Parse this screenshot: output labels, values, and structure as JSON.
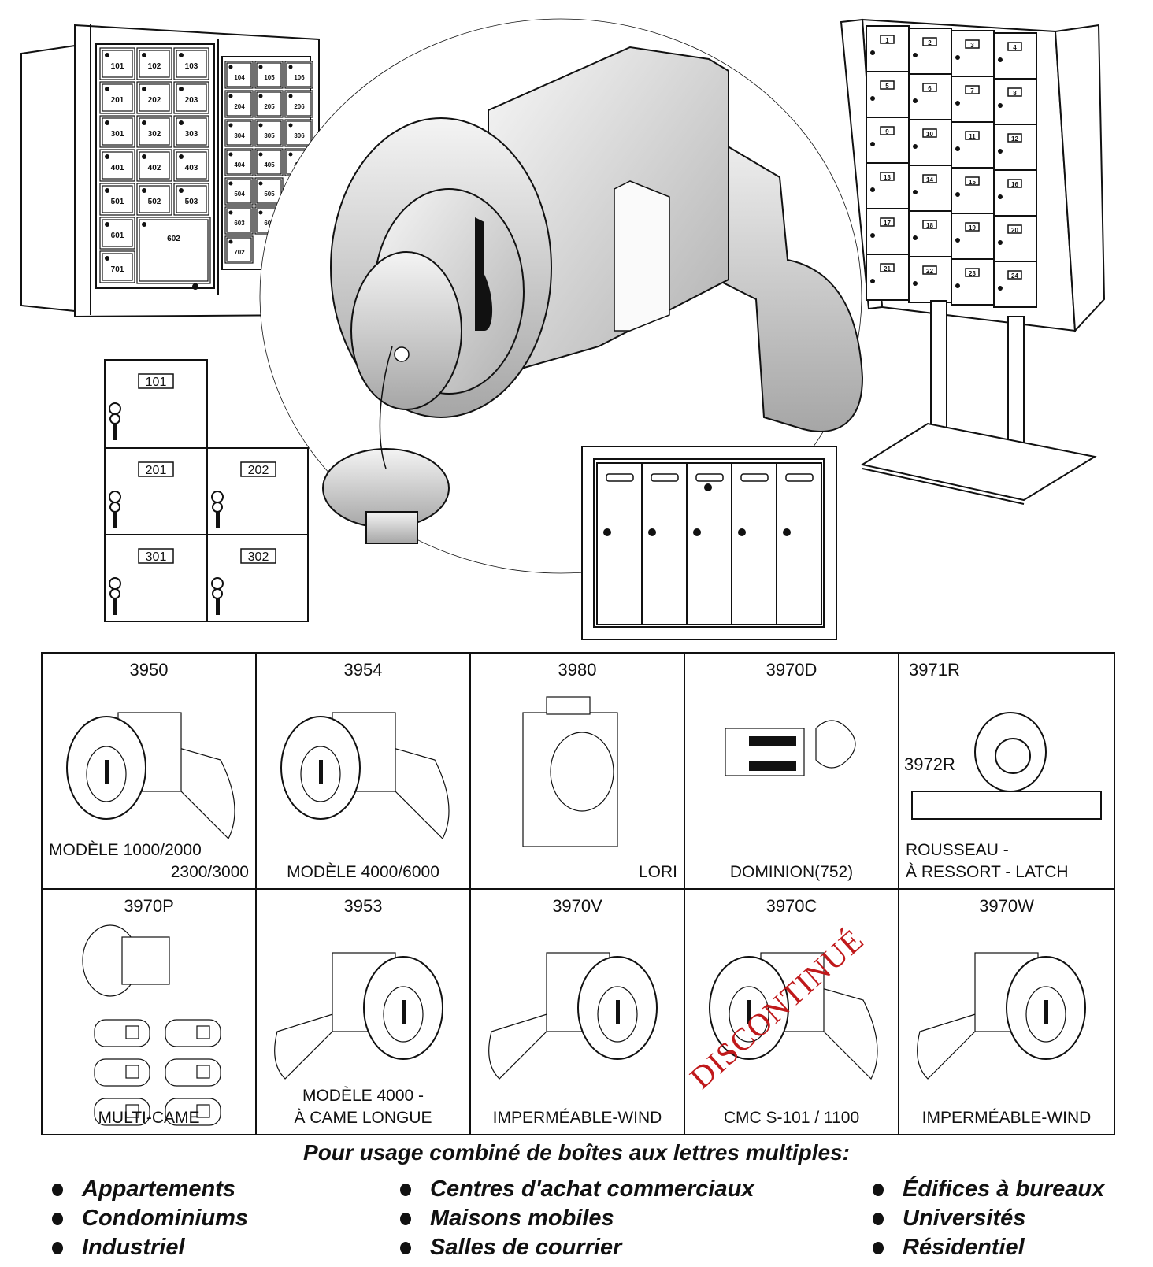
{
  "illustrations": {
    "wall_mailbox_left_panel": [
      "101",
      "102",
      "103",
      "201",
      "202",
      "203",
      "301",
      "302",
      "303",
      "401",
      "402",
      "403",
      "501",
      "502",
      "503",
      "601",
      "602",
      "701"
    ],
    "wall_mailbox_right_panel": [
      "104",
      "105",
      "106",
      "204",
      "205",
      "206",
      "304",
      "305",
      "306",
      "404",
      "405",
      "406",
      "504",
      "505",
      "603",
      "604",
      "702"
    ],
    "pedestal_mailbox_numbers": [
      "1",
      "2",
      "3",
      "4",
      "5",
      "6",
      "7",
      "8",
      "9",
      "10",
      "11",
      "12",
      "13",
      "14",
      "15",
      "16",
      "17",
      "18",
      "19",
      "20",
      "21",
      "22",
      "23",
      "24"
    ],
    "locker_labels": [
      "101",
      "201",
      "202",
      "301",
      "302"
    ],
    "vertical_mailbox_door_count": 5
  },
  "catalog": {
    "row1": [
      {
        "code": "3950",
        "caption": [
          "MODÈLE 1000/2000",
          "2300/3000"
        ],
        "align": "right"
      },
      {
        "code": "3954",
        "caption": [
          "MODÈLE 4000/6000"
        ],
        "align": "center"
      },
      {
        "code": "3980",
        "caption": [
          "LORI"
        ],
        "align": "right"
      },
      {
        "code": "3970D",
        "caption": [
          "DOMINION(752)"
        ],
        "align": "center"
      },
      {
        "code": "3971R",
        "code2": "3972R",
        "caption": [
          "ROUSSEAU -",
          "À RESSORT - LATCH"
        ],
        "align": "left"
      }
    ],
    "row2": [
      {
        "code": "3970P",
        "caption": [
          "MULTI-CAME"
        ],
        "align": "center"
      },
      {
        "code": "3953",
        "caption": [
          "MODÈLE 4000 -",
          "À CAME LONGUE"
        ],
        "align": "center"
      },
      {
        "code": "3970V",
        "caption": [
          "IMPERMÉABLE-WIND"
        ],
        "align": "center"
      },
      {
        "code": "3970C",
        "caption": [
          "CMC S-101 / 1100"
        ],
        "align": "center",
        "stamp": "DISCONTINUÉ"
      },
      {
        "code": "3970W",
        "caption": [
          "IMPERMÉABLE-WIND"
        ],
        "align": "center"
      }
    ]
  },
  "footer": {
    "title": "Pour usage combiné de boîtes aux lettres multiples:",
    "columns": [
      [
        "Appartements",
        "Condominiums",
        "Industriel"
      ],
      [
        "Centres d'achat commerciaux",
        "Maisons mobiles",
        "Salles de courrier"
      ],
      [
        "Édifices à bureaux",
        "Universités",
        "Résidentiel"
      ]
    ]
  },
  "colors": {
    "stamp": "#c0191b",
    "line": "#111111",
    "metal_light": "#f2f2f2",
    "metal_dark": "#9a9a9a"
  }
}
